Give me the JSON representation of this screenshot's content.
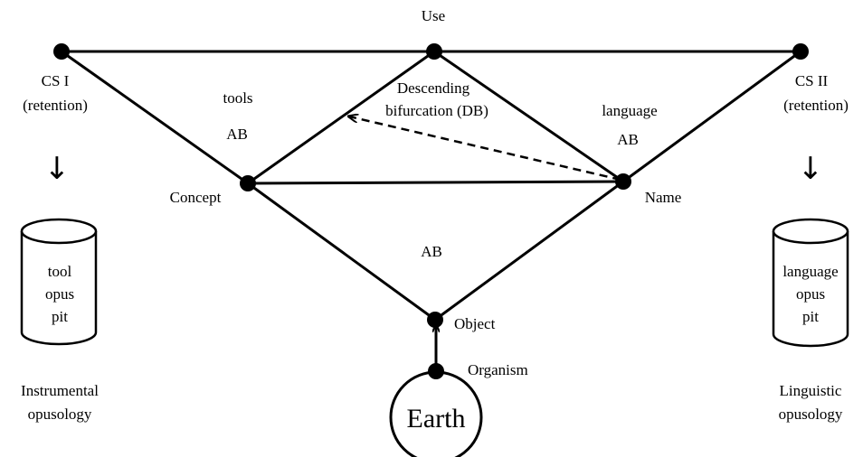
{
  "nodes": {
    "use": "Use",
    "cs1": [
      "CS I",
      "(retention)"
    ],
    "cs2": [
      "CS II",
      "(retention)"
    ],
    "concept": "Concept",
    "name": "Name",
    "object": "Object",
    "organism": "Organism",
    "earth": "Earth"
  },
  "edge_labels": {
    "tools": "tools",
    "ab_left": "AB",
    "language": "language",
    "ab_right": "AB",
    "ab_bottom": "AB",
    "db": [
      "Descending",
      "bifurcation (DB)"
    ]
  },
  "left_column": {
    "arrow": "↓",
    "cylinder": [
      "tool",
      "opus",
      "pit"
    ],
    "caption": [
      "Instrumental",
      "opusology"
    ]
  },
  "right_column": {
    "arrow": "↓",
    "cylinder": [
      "language",
      "opus",
      "pit"
    ],
    "caption": [
      "Linguistic",
      "opusology"
    ]
  }
}
